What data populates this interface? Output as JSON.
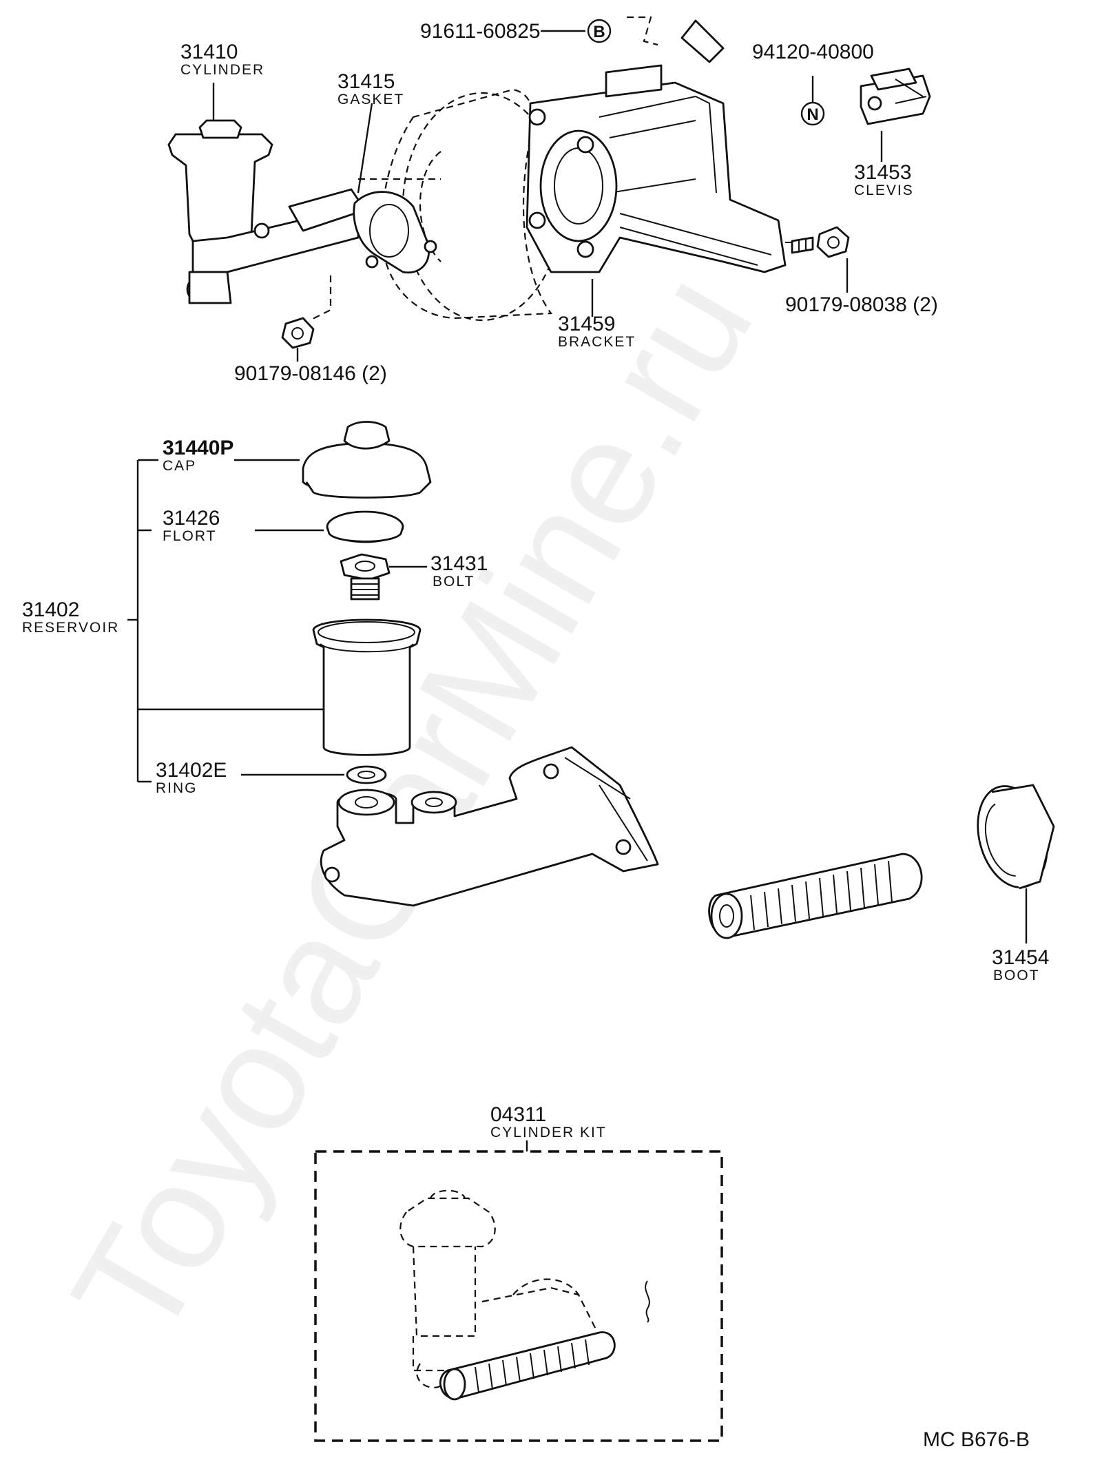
{
  "watermark": "ToyotaCarMine.ru",
  "diagram_code": "MC  B676-B",
  "callouts": {
    "c31410": {
      "number": "31410",
      "name": "CYLINDER"
    },
    "c31415": {
      "number": "31415",
      "name": "GASKET"
    },
    "c91611": {
      "number": "91611-60825",
      "symbol": "B"
    },
    "c94120": {
      "number": "94120-40800",
      "symbol": "N"
    },
    "c31453": {
      "number": "31453",
      "name": "CLEVIS"
    },
    "c31459": {
      "number": "31459",
      "name": "BRACKET"
    },
    "c90179a": {
      "number": "90179-08038 (2)"
    },
    "c90179b": {
      "number": "90179-08146 (2)"
    },
    "c31440p": {
      "number": "31440P",
      "name": "CAP"
    },
    "c31426": {
      "number": "31426",
      "name": "FLORT"
    },
    "c31431": {
      "number": "31431",
      "name": "BOLT"
    },
    "c31402": {
      "number": "31402",
      "name": "RESERVOIR"
    },
    "c31402e": {
      "number": "31402E",
      "name": "RING"
    },
    "c31454": {
      "number": "31454",
      "name": "BOOT"
    },
    "c04311": {
      "number": "04311",
      "name": "CYLINDER KIT"
    }
  },
  "icons": [
    "bracket-symbol-b-icon",
    "nut-symbol-n-icon"
  ]
}
